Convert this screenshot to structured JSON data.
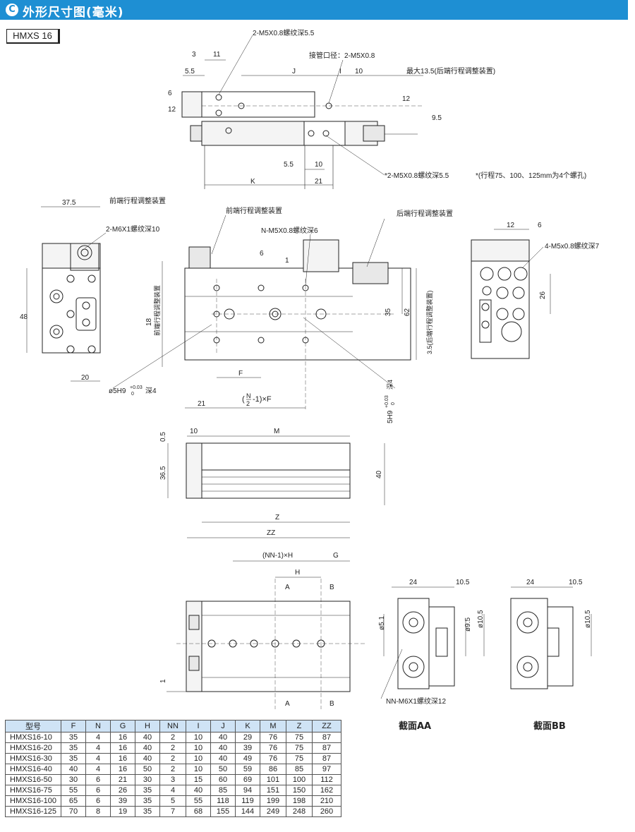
{
  "header": {
    "badge": "C",
    "title": "外形尺寸图(毫米)"
  },
  "model": "HMXS 16",
  "top_view": {
    "dims": [
      "3",
      "11",
      "5.5",
      "J",
      "I",
      "10",
      "6",
      "12",
      "12",
      "9.5",
      "5.5",
      "10",
      "K",
      "21"
    ],
    "notes": {
      "tap_top": "2-M5X0.8螺纹深5.5",
      "port": "接管口径：2-M5X0.8",
      "max_stroke": "最大13.5(后端行程调整装置)",
      "tap_bottom": "*2-M5X0.8螺纹深5.5",
      "star_note": "*(行程75、100、125mm为4个螺孔)"
    }
  },
  "left_view": {
    "dims": [
      "37.5",
      "48",
      "20"
    ],
    "notes": {
      "front_adj": "前端行程调整装置",
      "tap": "2-M6X1螺纹深10"
    }
  },
  "mid_view": {
    "dims": [
      "6",
      "1",
      "18",
      "35",
      "62",
      "F",
      "21"
    ],
    "formula_n": "N",
    "formula_d": "2",
    "formula_rest": "-1)×F",
    "notes": {
      "front_adj": "前端行程调整装置",
      "tap": "N-M5X0.8螺纹深6",
      "rear_adj": "后端行程调整装置",
      "front_adj_v": "前端行程调整装置",
      "rear_adj_v": "3.5(后端行程调整装置)",
      "dia_hole": "ø5H9",
      "dia_tol": "+0.03",
      "dia_tol0": "0",
      "dia_depth": "深4",
      "slot": "5H9",
      "slot_tol": "+0.03",
      "slot_tol0": "0",
      "slot_depth": "深4"
    }
  },
  "right_view": {
    "dims": [
      "12",
      "6",
      "26"
    ],
    "notes": {
      "tap": "4-M5x0.8螺纹深7"
    }
  },
  "side_view": {
    "dims": [
      "0.5",
      "10",
      "M",
      "36.5",
      "40",
      "Z",
      "ZZ"
    ]
  },
  "bottom_view": {
    "dims": [
      "(NN-1)×H",
      "G",
      "H",
      "A",
      "B",
      "A",
      "B",
      "1"
    ],
    "notes": {
      "tap": "NN-M6X1螺纹深12"
    }
  },
  "section_aa": {
    "dims": [
      "24",
      "10.5",
      "ø5.1",
      "ø9.5",
      "ø10.5"
    ],
    "label": "截面AA"
  },
  "section_bb": {
    "dims": [
      "24",
      "10.5",
      "ø10.5"
    ],
    "label": "截面BB"
  },
  "table": {
    "headers": [
      "型号",
      "F",
      "N",
      "G",
      "H",
      "NN",
      "I",
      "J",
      "K",
      "M",
      "Z",
      "ZZ"
    ],
    "rows": [
      [
        "HMXS16-10",
        "35",
        "4",
        "16",
        "40",
        "2",
        "10",
        "40",
        "29",
        "76",
        "75",
        "87"
      ],
      [
        "HMXS16-20",
        "35",
        "4",
        "16",
        "40",
        "2",
        "10",
        "40",
        "39",
        "76",
        "75",
        "87"
      ],
      [
        "HMXS16-30",
        "35",
        "4",
        "16",
        "40",
        "2",
        "10",
        "40",
        "49",
        "76",
        "75",
        "87"
      ],
      [
        "HMXS16-40",
        "40",
        "4",
        "16",
        "50",
        "2",
        "10",
        "50",
        "59",
        "86",
        "85",
        "97"
      ],
      [
        "HMXS16-50",
        "30",
        "6",
        "21",
        "30",
        "3",
        "15",
        "60",
        "69",
        "101",
        "100",
        "112"
      ],
      [
        "HMXS16-75",
        "55",
        "6",
        "26",
        "35",
        "4",
        "40",
        "85",
        "94",
        "151",
        "150",
        "162"
      ],
      [
        "HMXS16-100",
        "65",
        "6",
        "39",
        "35",
        "5",
        "55",
        "118",
        "119",
        "199",
        "198",
        "210"
      ],
      [
        "HMXS16-125",
        "70",
        "8",
        "19",
        "35",
        "7",
        "68",
        "155",
        "144",
        "249",
        "248",
        "260"
      ]
    ]
  }
}
